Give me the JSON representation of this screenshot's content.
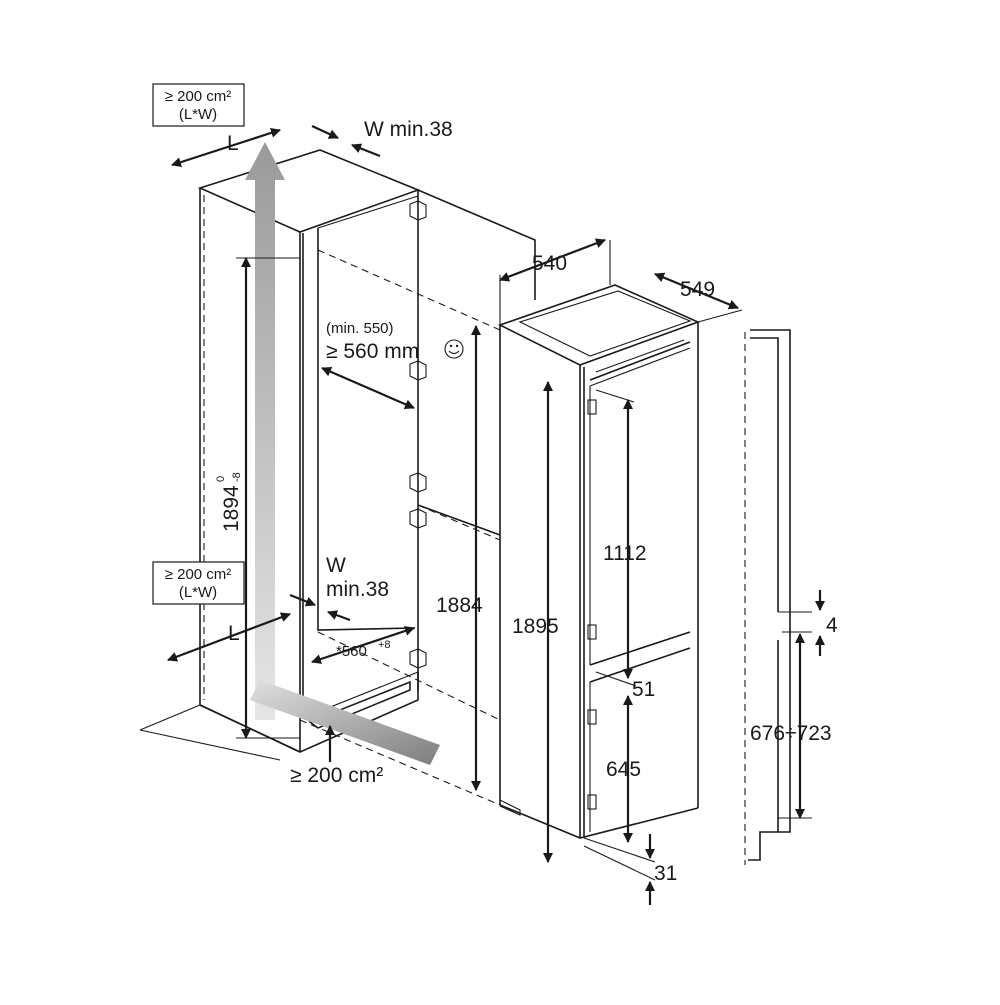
{
  "vent_box_top": {
    "line1": "≥ 200 cm²",
    "line2": "(L*W)"
  },
  "vent_box_mid": {
    "line1": "≥ 200 cm²",
    "line2": "(L*W)"
  },
  "labels": {
    "L_top": "L",
    "L_bottom": "L",
    "w_top": "W min.38",
    "w_mid_w": "W",
    "w_mid_min": "min.38",
    "min550": "(min. 550)",
    "min560": "≥ 560 mm",
    "niche_height": "1894",
    "niche_height_sup": "0",
    "niche_height_sub": "-8",
    "niche_depth": "*560",
    "niche_depth_sup": "+8",
    "vent_bottom": "≥ 200 cm²",
    "d_540": "540",
    "d_549": "549",
    "d_1884": "1884",
    "d_1895": "1895",
    "d_1112": "1112",
    "d_51": "51",
    "d_645": "645",
    "d_31": "31",
    "d_4": "4",
    "d_676_723": "676÷723"
  },
  "colors": {
    "line": "#1a1a1a",
    "airflow_light": "#d9d9d9",
    "airflow_dark": "#8c8c8c"
  },
  "icons": [
    "smiley-icon",
    "airflow-arrow-icon"
  ]
}
